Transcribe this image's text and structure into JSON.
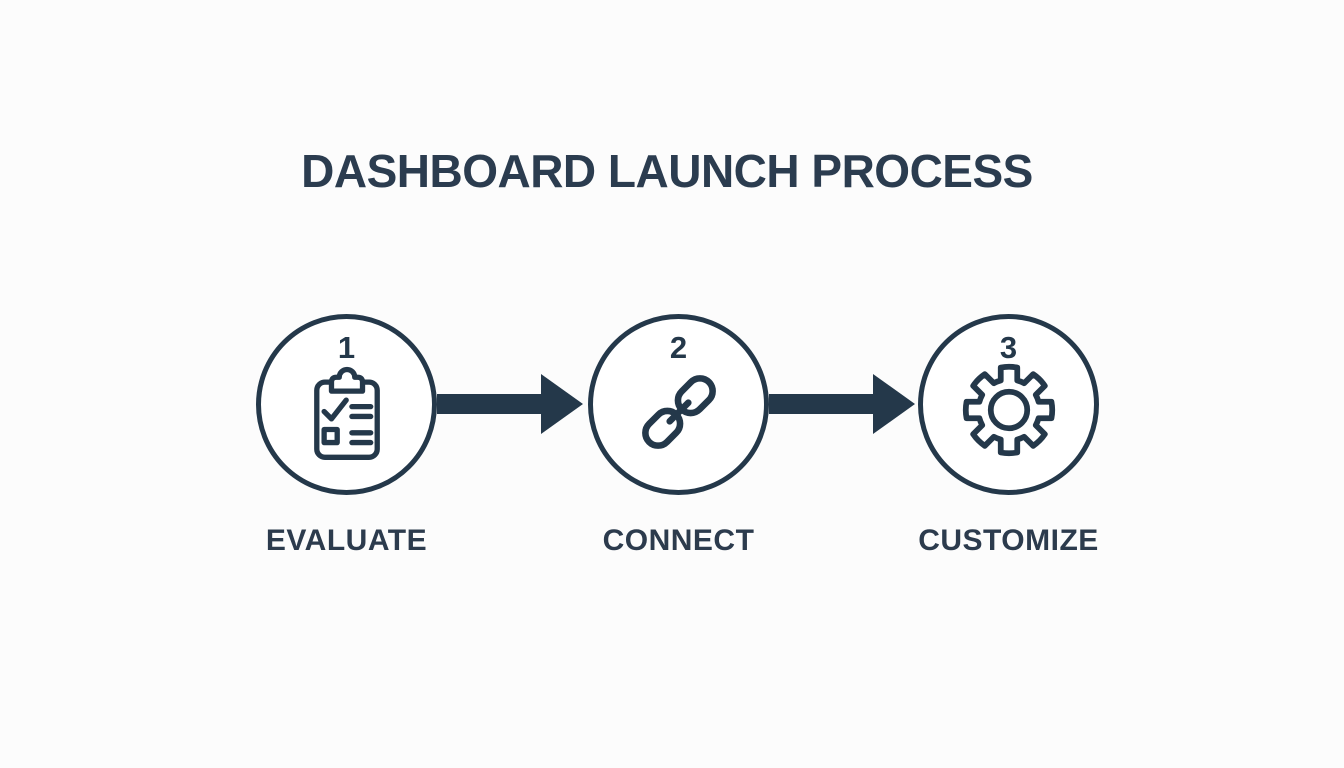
{
  "title": "DASHBOARD LAUNCH PROCESS",
  "colors": {
    "ink": "#24384a",
    "title_ink": "#2b3c4f",
    "label_ink": "#2c3b4d",
    "background": "#fcfcfc",
    "circle_fill": "#ffffff"
  },
  "steps": [
    {
      "number": "1",
      "label": "EVALUATE",
      "icon": "clipboard-checklist-icon"
    },
    {
      "number": "2",
      "label": "CONNECT",
      "icon": "chain-link-icon"
    },
    {
      "number": "3",
      "label": "CUSTOMIZE",
      "icon": "gear-icon"
    }
  ],
  "connectors": [
    {
      "type": "arrow-right"
    },
    {
      "type": "arrow-right"
    }
  ]
}
